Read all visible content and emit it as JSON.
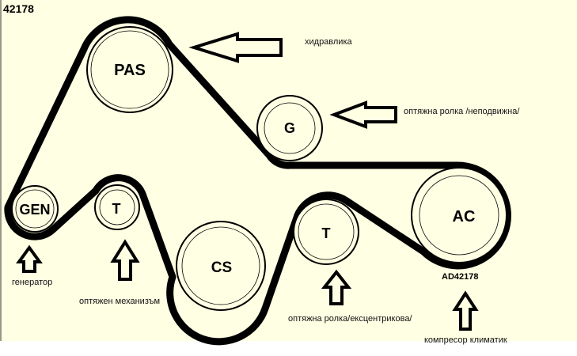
{
  "title": "42178",
  "code_label": "AD42178",
  "pulleys": {
    "pas": "PAS",
    "g": "G",
    "gen": "GEN",
    "t1": "T",
    "cs": "CS",
    "t2": "T",
    "ac": "AC"
  },
  "labels": {
    "hydraulics": "хидравлика",
    "fixed_idler": "оптяжна ролка /неподвижна/",
    "generator": "генератор",
    "tensioner": "оптяжен механизъм",
    "eccentric_idler": "оптяжна ролка/ексцентрикова/",
    "ac_compressor": "компресор климатик"
  },
  "colors": {
    "background": "#FFFFE3",
    "belt": "#000000"
  }
}
